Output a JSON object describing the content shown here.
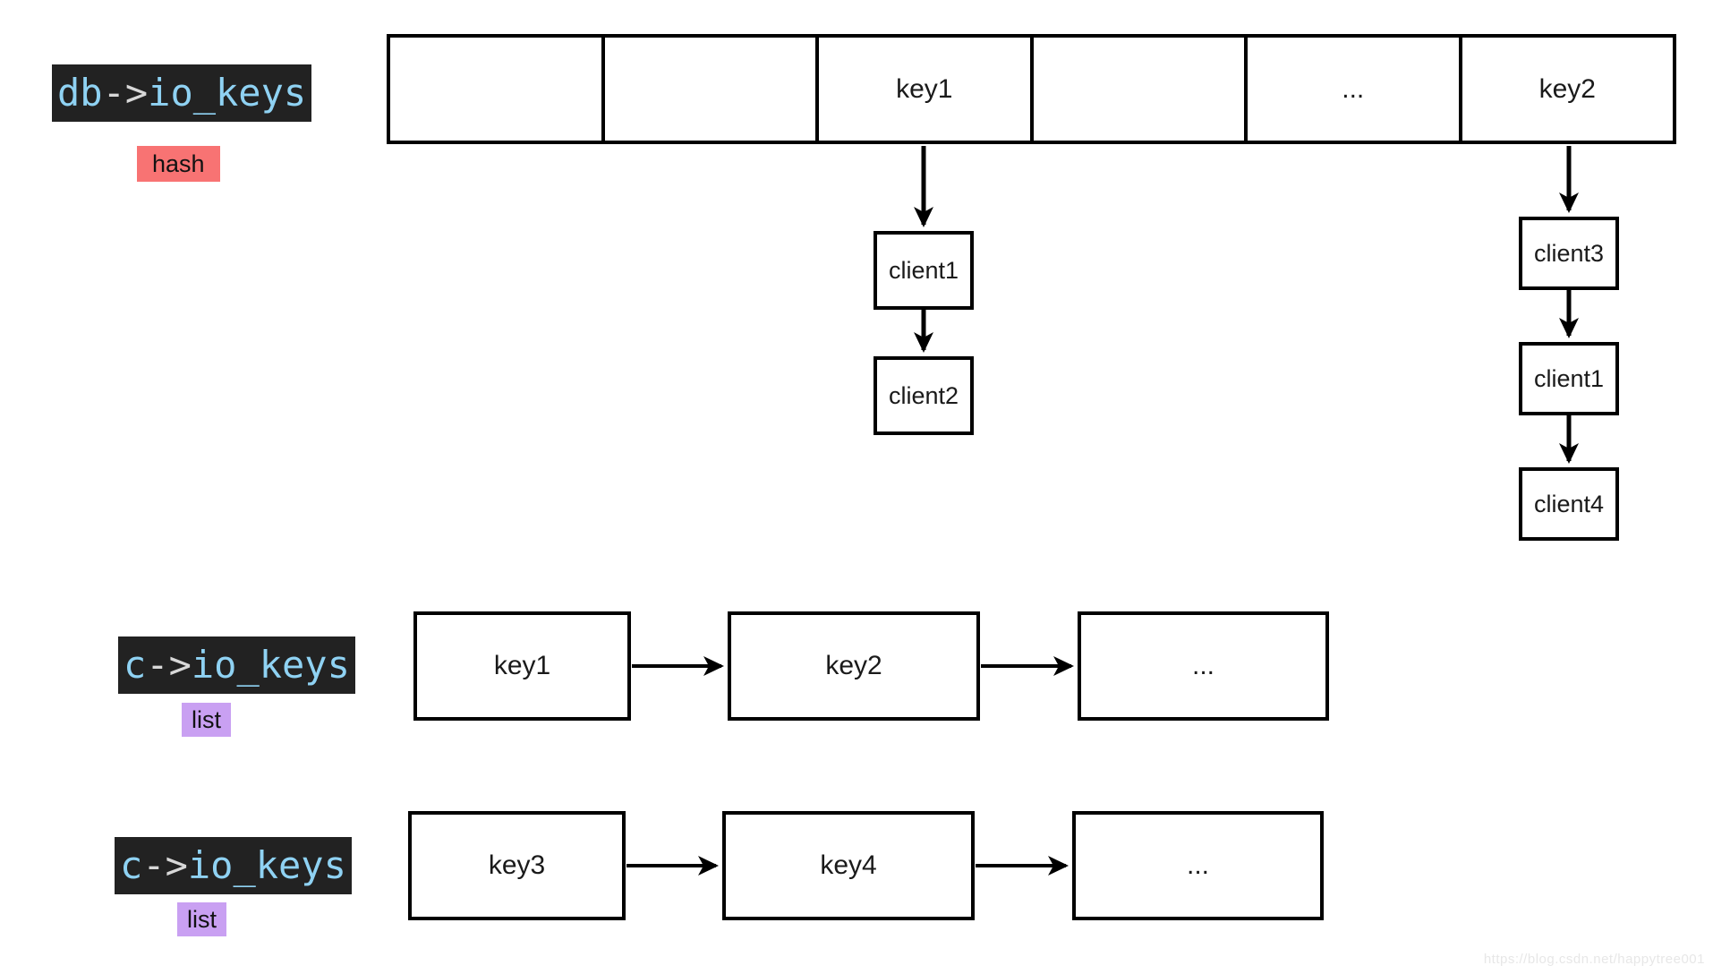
{
  "colors": {
    "code_label_bg": "#222222",
    "code_label_text": "#8fd2f3",
    "code_label_operator": "#d8d8d8",
    "hash_badge_bg": "#f87373",
    "list_badge_bg": "#c9a0f2",
    "box_border": "#000000",
    "arrow": "#000000",
    "watermark_text": "#e7e7e7",
    "background": "#ffffff"
  },
  "hash_section": {
    "label_parts": {
      "pre": "db",
      "arrow": "->",
      "post": "io_keys"
    },
    "badge": "hash",
    "cells": [
      "",
      "",
      "key1",
      "",
      "...",
      "key2"
    ],
    "key1_chain": [
      "client1",
      "client2"
    ],
    "key2_chain": [
      "client3",
      "client1",
      "client4"
    ]
  },
  "list_section_1": {
    "label_parts": {
      "pre": "c",
      "arrow": "->",
      "post": "io_keys"
    },
    "badge": "list",
    "nodes": [
      "key1",
      "key2",
      "..."
    ]
  },
  "list_section_2": {
    "label_parts": {
      "pre": "c",
      "arrow": "->",
      "post": "io_keys"
    },
    "badge": "list",
    "nodes": [
      "key3",
      "key4",
      "..."
    ]
  },
  "watermark": "https://blog.csdn.net/happytree001"
}
